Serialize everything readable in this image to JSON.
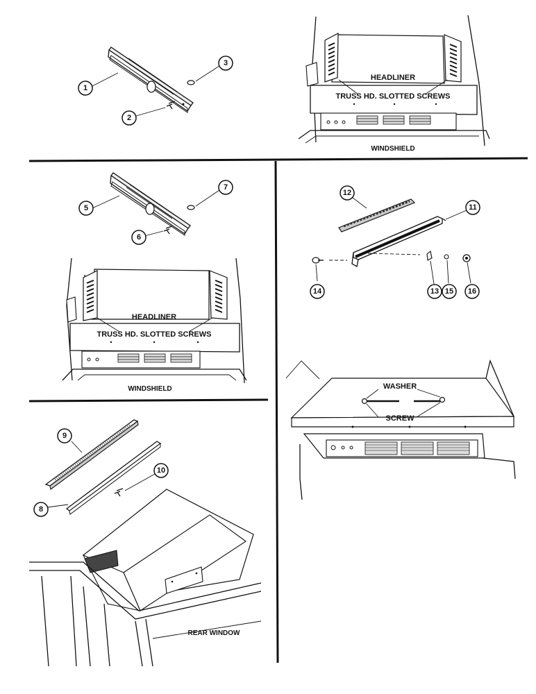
{
  "callouts": {
    "c1": "1",
    "c2": "2",
    "c3": "3",
    "c5": "5",
    "c6": "6",
    "c7": "7",
    "c8": "8",
    "c9": "9",
    "c10": "10",
    "c11": "11",
    "c12": "12",
    "c13": "13",
    "c14": "14",
    "c15": "15",
    "c16": "16"
  },
  "top_right_cab": {
    "headliner": "HEADLINER",
    "screws": "TRUSS HD. SLOTTED SCREWS",
    "windshield": "WINDSHIELD"
  },
  "left_cab": {
    "headliner": "HEADLINER",
    "screws": "TRUSS HD. SLOTTED SCREWS",
    "windshield": "WINDSHIELD"
  },
  "rear_view": {
    "caption": "REAR WINDOW"
  },
  "washer_view": {
    "washer": "WASHER",
    "screw": "SCREW"
  }
}
